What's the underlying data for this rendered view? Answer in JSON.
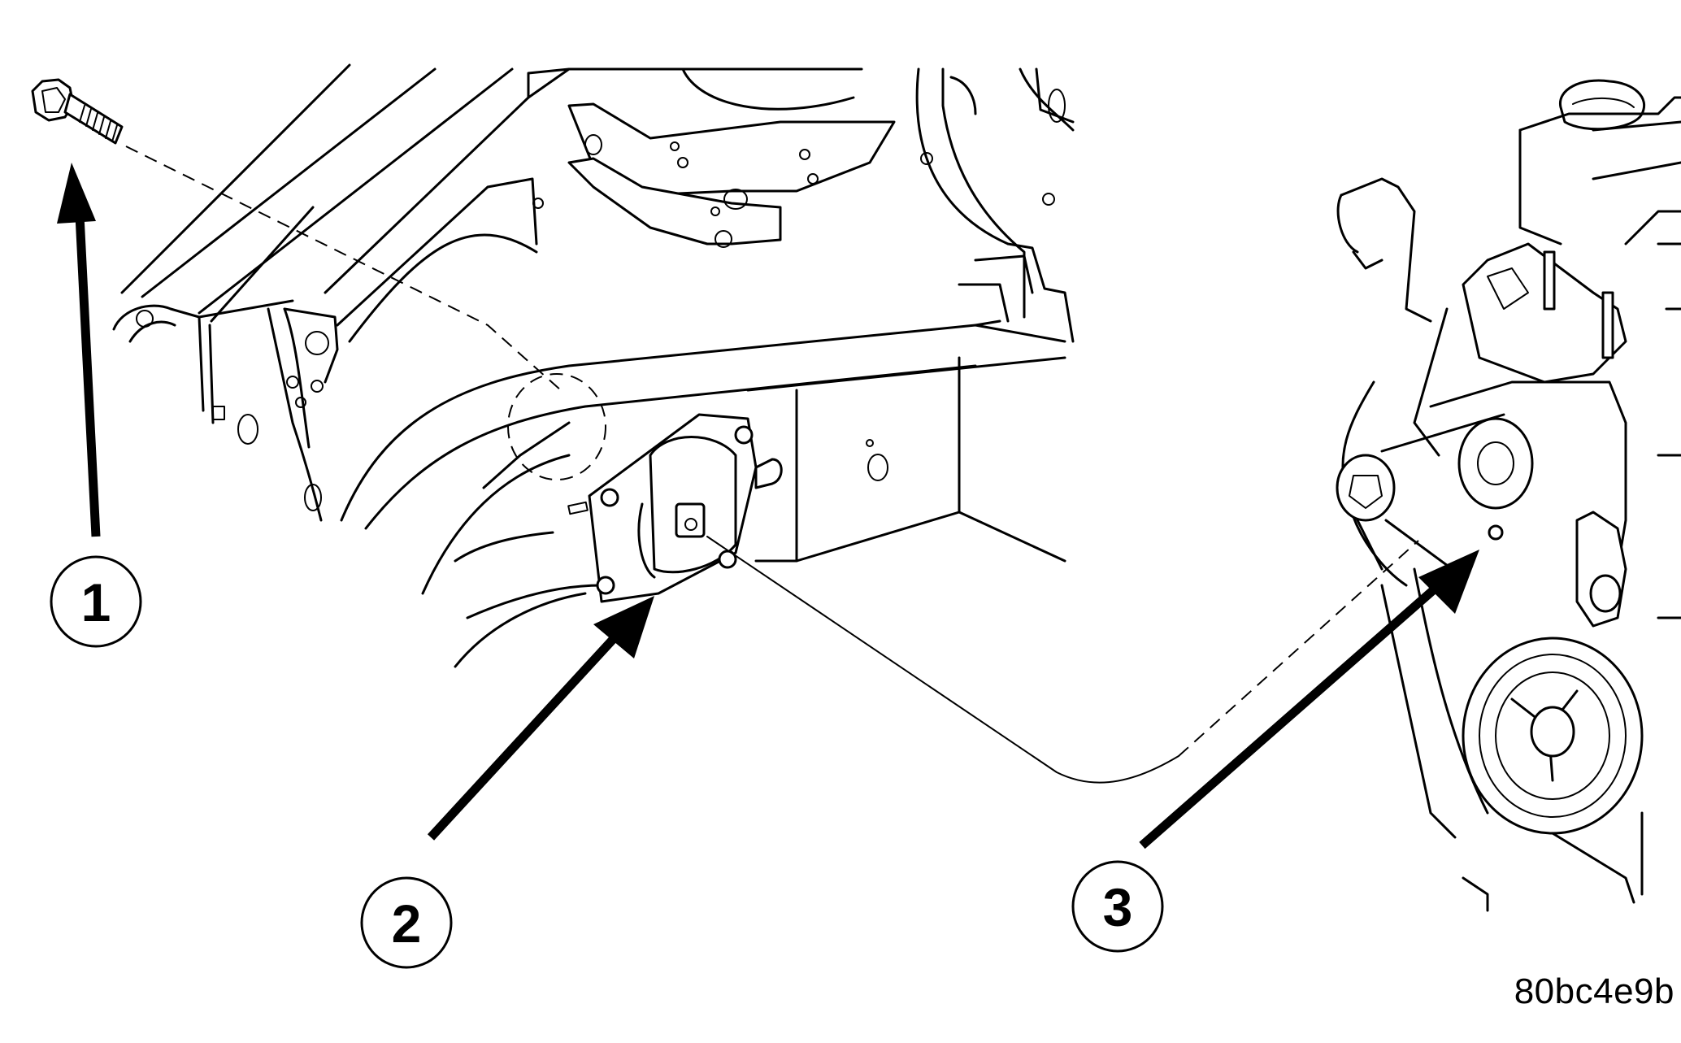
{
  "figure": {
    "id_label": "80bc4e9b",
    "callouts": [
      {
        "number": "1",
        "part": "bolt"
      },
      {
        "number": "2",
        "part": "mount-bracket"
      },
      {
        "number": "3",
        "part": "engine-mount-boss"
      }
    ]
  }
}
